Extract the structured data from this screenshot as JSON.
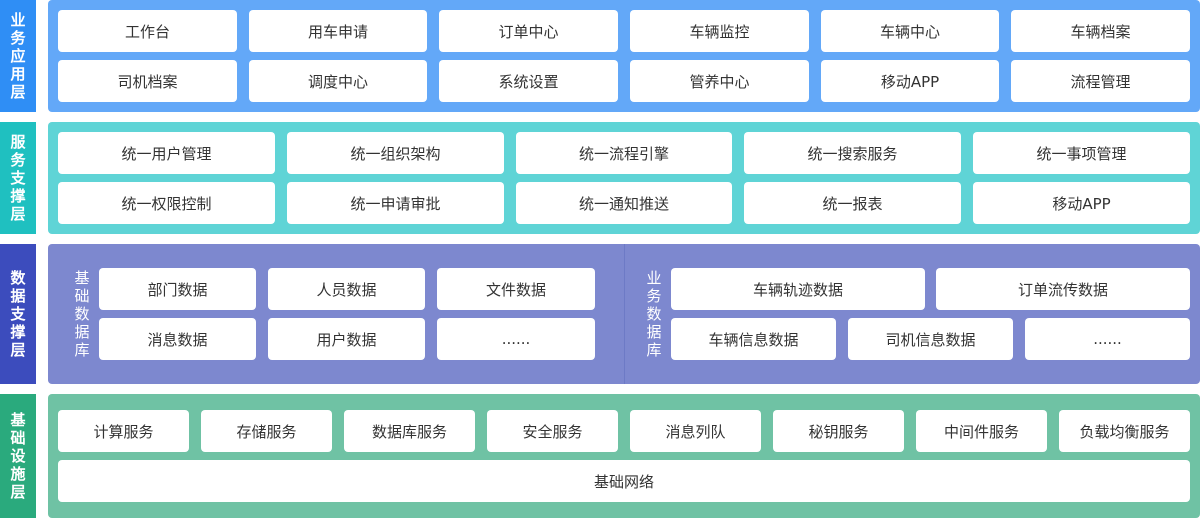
{
  "colors": {
    "business_label": "#2f8ef5",
    "business_panel": "#63a8f8",
    "service_label": "#1fc0c0",
    "service_panel": "#5fd4d6",
    "data_label": "#3c4cbd",
    "data_panel": "#7d88cf",
    "infra_label": "#2aaa7d",
    "infra_panel": "#6fc2a4"
  },
  "business": {
    "label": "业务应用层",
    "row1": [
      "工作台",
      "用车申请",
      "订单中心",
      "车辆监控",
      "车辆中心",
      "车辆档案"
    ],
    "row2": [
      "司机档案",
      "调度中心",
      "系统设置",
      "管养中心",
      "移动APP",
      "流程管理"
    ]
  },
  "service": {
    "label": "服务支撑层",
    "row1": [
      "统一用户管理",
      "统一组织架构",
      "统一流程引擎",
      "统一搜索服务",
      "统一事项管理"
    ],
    "row2": [
      "统一权限控制",
      "统一申请审批",
      "统一通知推送",
      "统一报表",
      "移动APP"
    ]
  },
  "data": {
    "label": "数据支撑层",
    "base_label": "基础数据库",
    "base_row1": [
      "部门数据",
      "人员数据",
      "文件数据"
    ],
    "base_row2": [
      "消息数据",
      "用户数据",
      "......"
    ],
    "biz_label": "业务数据库",
    "biz_row1": [
      "车辆轨迹数据",
      "订单流传数据"
    ],
    "biz_row2": [
      "车辆信息数据",
      "司机信息数据",
      "......"
    ]
  },
  "infra": {
    "label": "基础设施层",
    "row1": [
      "计算服务",
      "存储服务",
      "数据库服务",
      "安全服务",
      "消息列队",
      "秘钥服务",
      "中间件服务",
      "负载均衡服务"
    ],
    "network": "基础网络"
  }
}
